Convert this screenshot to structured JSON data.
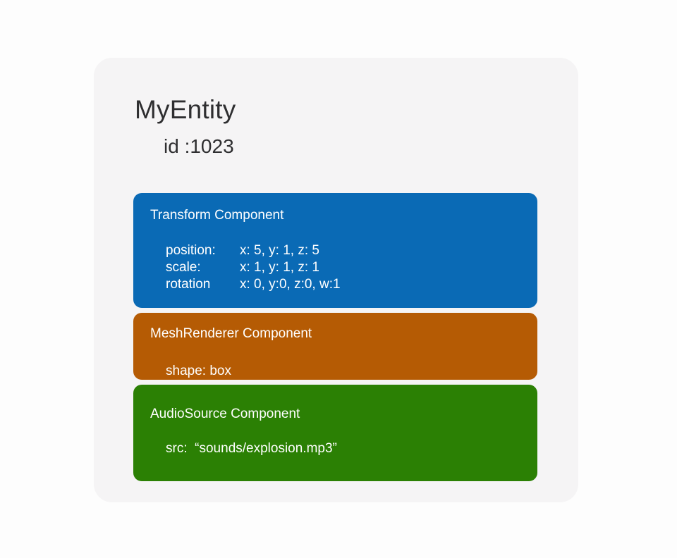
{
  "page": {
    "background": "#fdfdfd"
  },
  "card": {
    "background": "#f5f4f5",
    "title": "MyEntity",
    "subtitle": "id :1023",
    "text_color": "#2e2e30"
  },
  "components": [
    {
      "name": "Transform Component",
      "color": "#0a6ab5",
      "rows": [
        {
          "label": "position:",
          "value": "x: 5, y: 1, z: 5"
        },
        {
          "label": "scale:",
          "value": "x: 1, y: 1, z: 1"
        },
        {
          "label": "rotation",
          "value": "x: 0, y:0, z:0, w:1"
        }
      ]
    },
    {
      "name": "MeshRenderer Component",
      "color": "#b55b04",
      "rows": [
        {
          "text": "shape: box"
        }
      ]
    },
    {
      "name": "AudioSource Component",
      "color": "#2b8004",
      "rows": [
        {
          "text": "src:  “sounds/explosion.mp3”"
        }
      ]
    }
  ]
}
